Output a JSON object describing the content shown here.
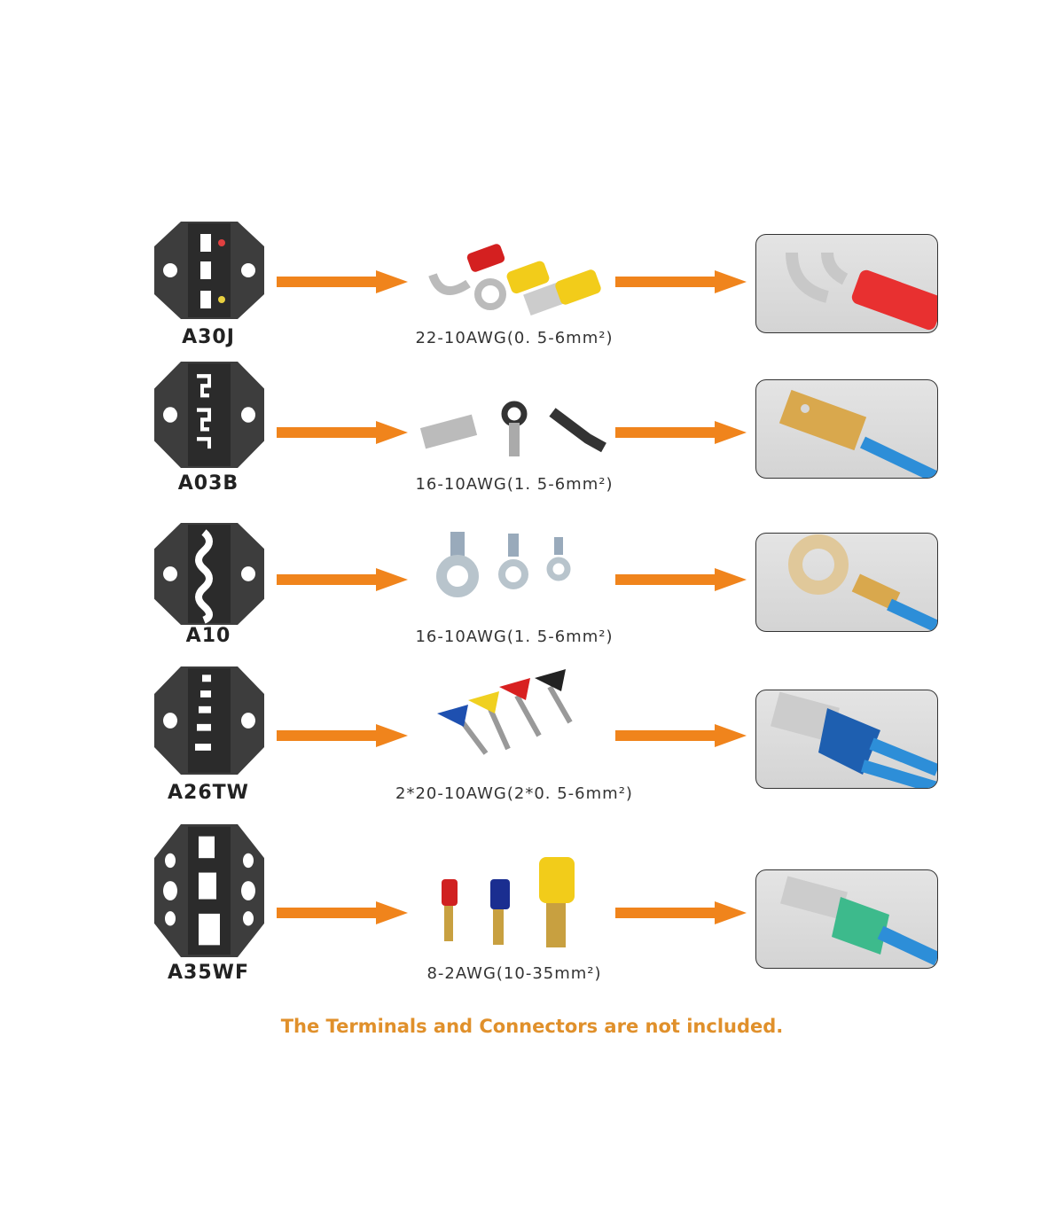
{
  "rows": [
    {
      "model": "A30J",
      "spec": "22-10AWG(0. 5-6mm²)"
    },
    {
      "model": "A03B",
      "spec": "16-10AWG(1. 5-6mm²)"
    },
    {
      "model": "A10",
      "spec": "16-10AWG(1. 5-6mm²)"
    },
    {
      "model": "A26TW",
      "spec": "2*20-10AWG(2*0. 5-6mm²)"
    },
    {
      "model": "A35WF",
      "spec": "8-2AWG(10-35mm²)"
    }
  ],
  "note": "The Terminals and Connectors are not included.",
  "colors": {
    "arrow": "#f0841c",
    "note": "#e0902b",
    "die": "#3a3a3a"
  }
}
